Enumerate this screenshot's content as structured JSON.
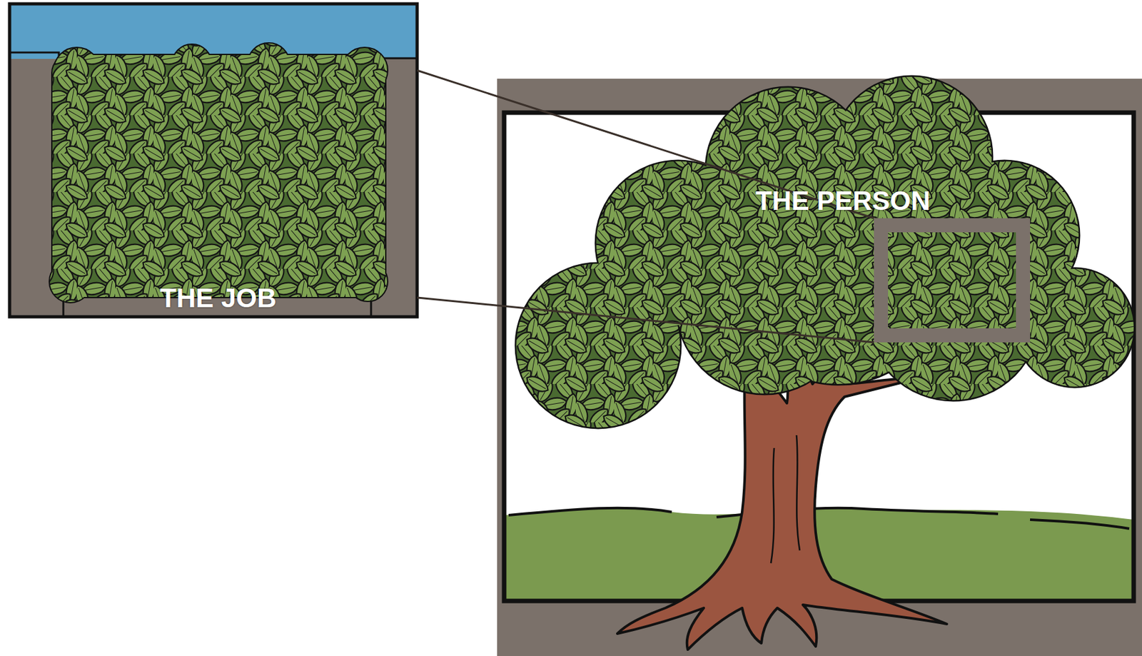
{
  "diagram": {
    "nodes": [
      {
        "text": [
          "THE JOB"
        ]
      },
      {
        "text": [
          "THE PERSON"
        ]
      }
    ],
    "edges": [
      {
        "from": 0,
        "to": 1,
        "arrow": "none"
      },
      {
        "from": 0,
        "to": 1,
        "arrow": "none"
      }
    ]
  }
}
